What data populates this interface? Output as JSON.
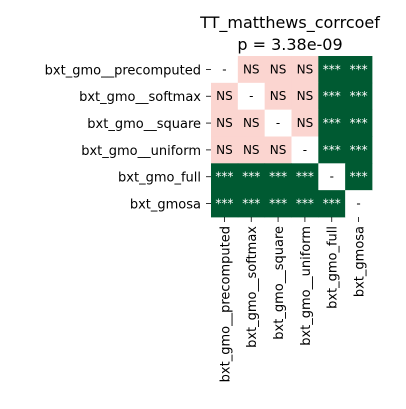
{
  "chart_data": {
    "type": "heatmap",
    "title": "TT_matthews_corrcoef",
    "subtitle": "p = 3.38e-09",
    "rows": [
      "bxt_gmo__precomputed",
      "bxt_gmo__softmax",
      "bxt_gmo__square",
      "bxt_gmo__uniform",
      "bxt_gmo_full",
      "bxt_gmosa"
    ],
    "cols": [
      "bxt_gmo__precomputed",
      "bxt_gmo__softmax",
      "bxt_gmo__square",
      "bxt_gmo__uniform",
      "bxt_gmo_full",
      "bxt_gmosa"
    ],
    "cells": [
      [
        "-",
        "NS",
        "NS",
        "NS",
        "***",
        "***"
      ],
      [
        "NS",
        "-",
        "NS",
        "NS",
        "***",
        "***"
      ],
      [
        "NS",
        "NS",
        "-",
        "NS",
        "***",
        "***"
      ],
      [
        "NS",
        "NS",
        "NS",
        "-",
        "***",
        "***"
      ],
      [
        "***",
        "***",
        "***",
        "***",
        "-",
        "***"
      ],
      [
        "***",
        "***",
        "***",
        "***",
        "***",
        "-"
      ]
    ],
    "colors": {
      "NS": "#fbd5d0",
      "***": "#005a32",
      "-": "#ffffff",
      "text_on_dark": "#ffffff",
      "text_on_light": "#000000"
    }
  }
}
